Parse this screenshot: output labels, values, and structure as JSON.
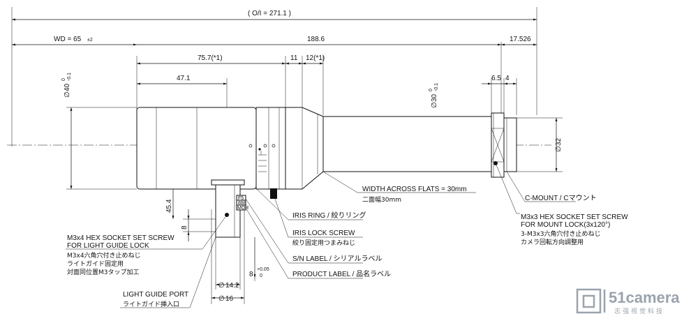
{
  "dimensions": {
    "overall": "( O/I = 271.1 )",
    "wd": "WD = 65",
    "wd_tol": "±2",
    "body_len": "188.6",
    "rear_len": "17.526",
    "len_75": "75.7(*1)",
    "len_11": "11",
    "len_12": "12(*1)",
    "len_47": "47.1",
    "len_65": "6.5",
    "len_4": "4",
    "dia_40": "40",
    "dia_40_tol_top": "0",
    "dia_40_tol_bot": "-0.1",
    "dia_30": "30",
    "dia_30_tol_top": "0",
    "dia_30_tol_bot": "-0.1",
    "dia_32": "32",
    "h_454": "45.4",
    "h_8": "8",
    "port_8": "8",
    "port_8_tol_top": "+0.05",
    "port_8_tol_bot": "0",
    "dia_142": "14.2",
    "dia_16": "16",
    "diameter_symbol": "∅"
  },
  "callouts": {
    "flats_en": "WIDTH ACROSS FLATS = 30mm",
    "flats_jp": "二面幅30mm",
    "cmount": "C-MOUNT / Cマウント",
    "m3x3_en1": "M3x3 HEX SOCKET SET SCREW",
    "m3x3_en2": "FOR MOUNT LOCK(3x120°)",
    "m3x3_jp1": "3-M3x3六角穴付き止めねじ",
    "m3x3_jp2": "カメラ回転方向調整用",
    "iris_ring": "IRIS RING / 絞りリング",
    "iris_lock_en": "IRIS LOCK SCREW",
    "iris_lock_jp": "絞り固定用つまみねじ",
    "sn_label": "S/N LABEL / シリアルラベル",
    "product_label": "PRODUCT LABEL / 品名ラベル",
    "m3x4_en1": "M3x4 HEX SOCKET SET SCREW",
    "m3x4_en2": "FOR LIGHT GUIDE LOCK",
    "m3x4_jp1": "M3x4六角穴付き止めねじ",
    "m3x4_jp2": "ライトガイド固定用",
    "m3x4_jp3": "対面同位置M3タップ加工",
    "lg_port_en": "LIGHT GUIDE PORT",
    "lg_port_jp": "ライトガイド挿入口"
  },
  "label_tags": {
    "tag1": "F5",
    "tag2": "888",
    "tag3": "MOR"
  },
  "watermark": {
    "brand": "51camera",
    "tagline": "志强视觉科技"
  }
}
